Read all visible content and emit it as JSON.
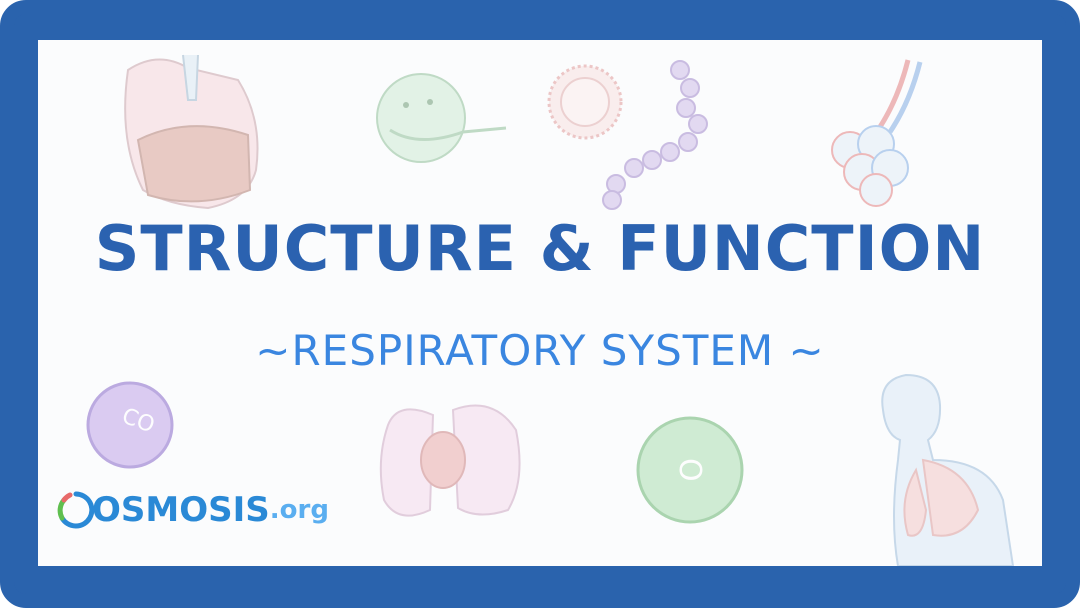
{
  "thumbnail": {
    "title": "STRUCTURE & FUNCTION",
    "subtitle": "~RESPIRATORY SYSTEM ~"
  },
  "logo": {
    "name": "OSMOSIS",
    "suffix": ".org"
  },
  "colors": {
    "frame": "#2a63ad",
    "title": "#2b62b0",
    "subtitle": "#3a86e0",
    "logo": "#2a89d6"
  }
}
